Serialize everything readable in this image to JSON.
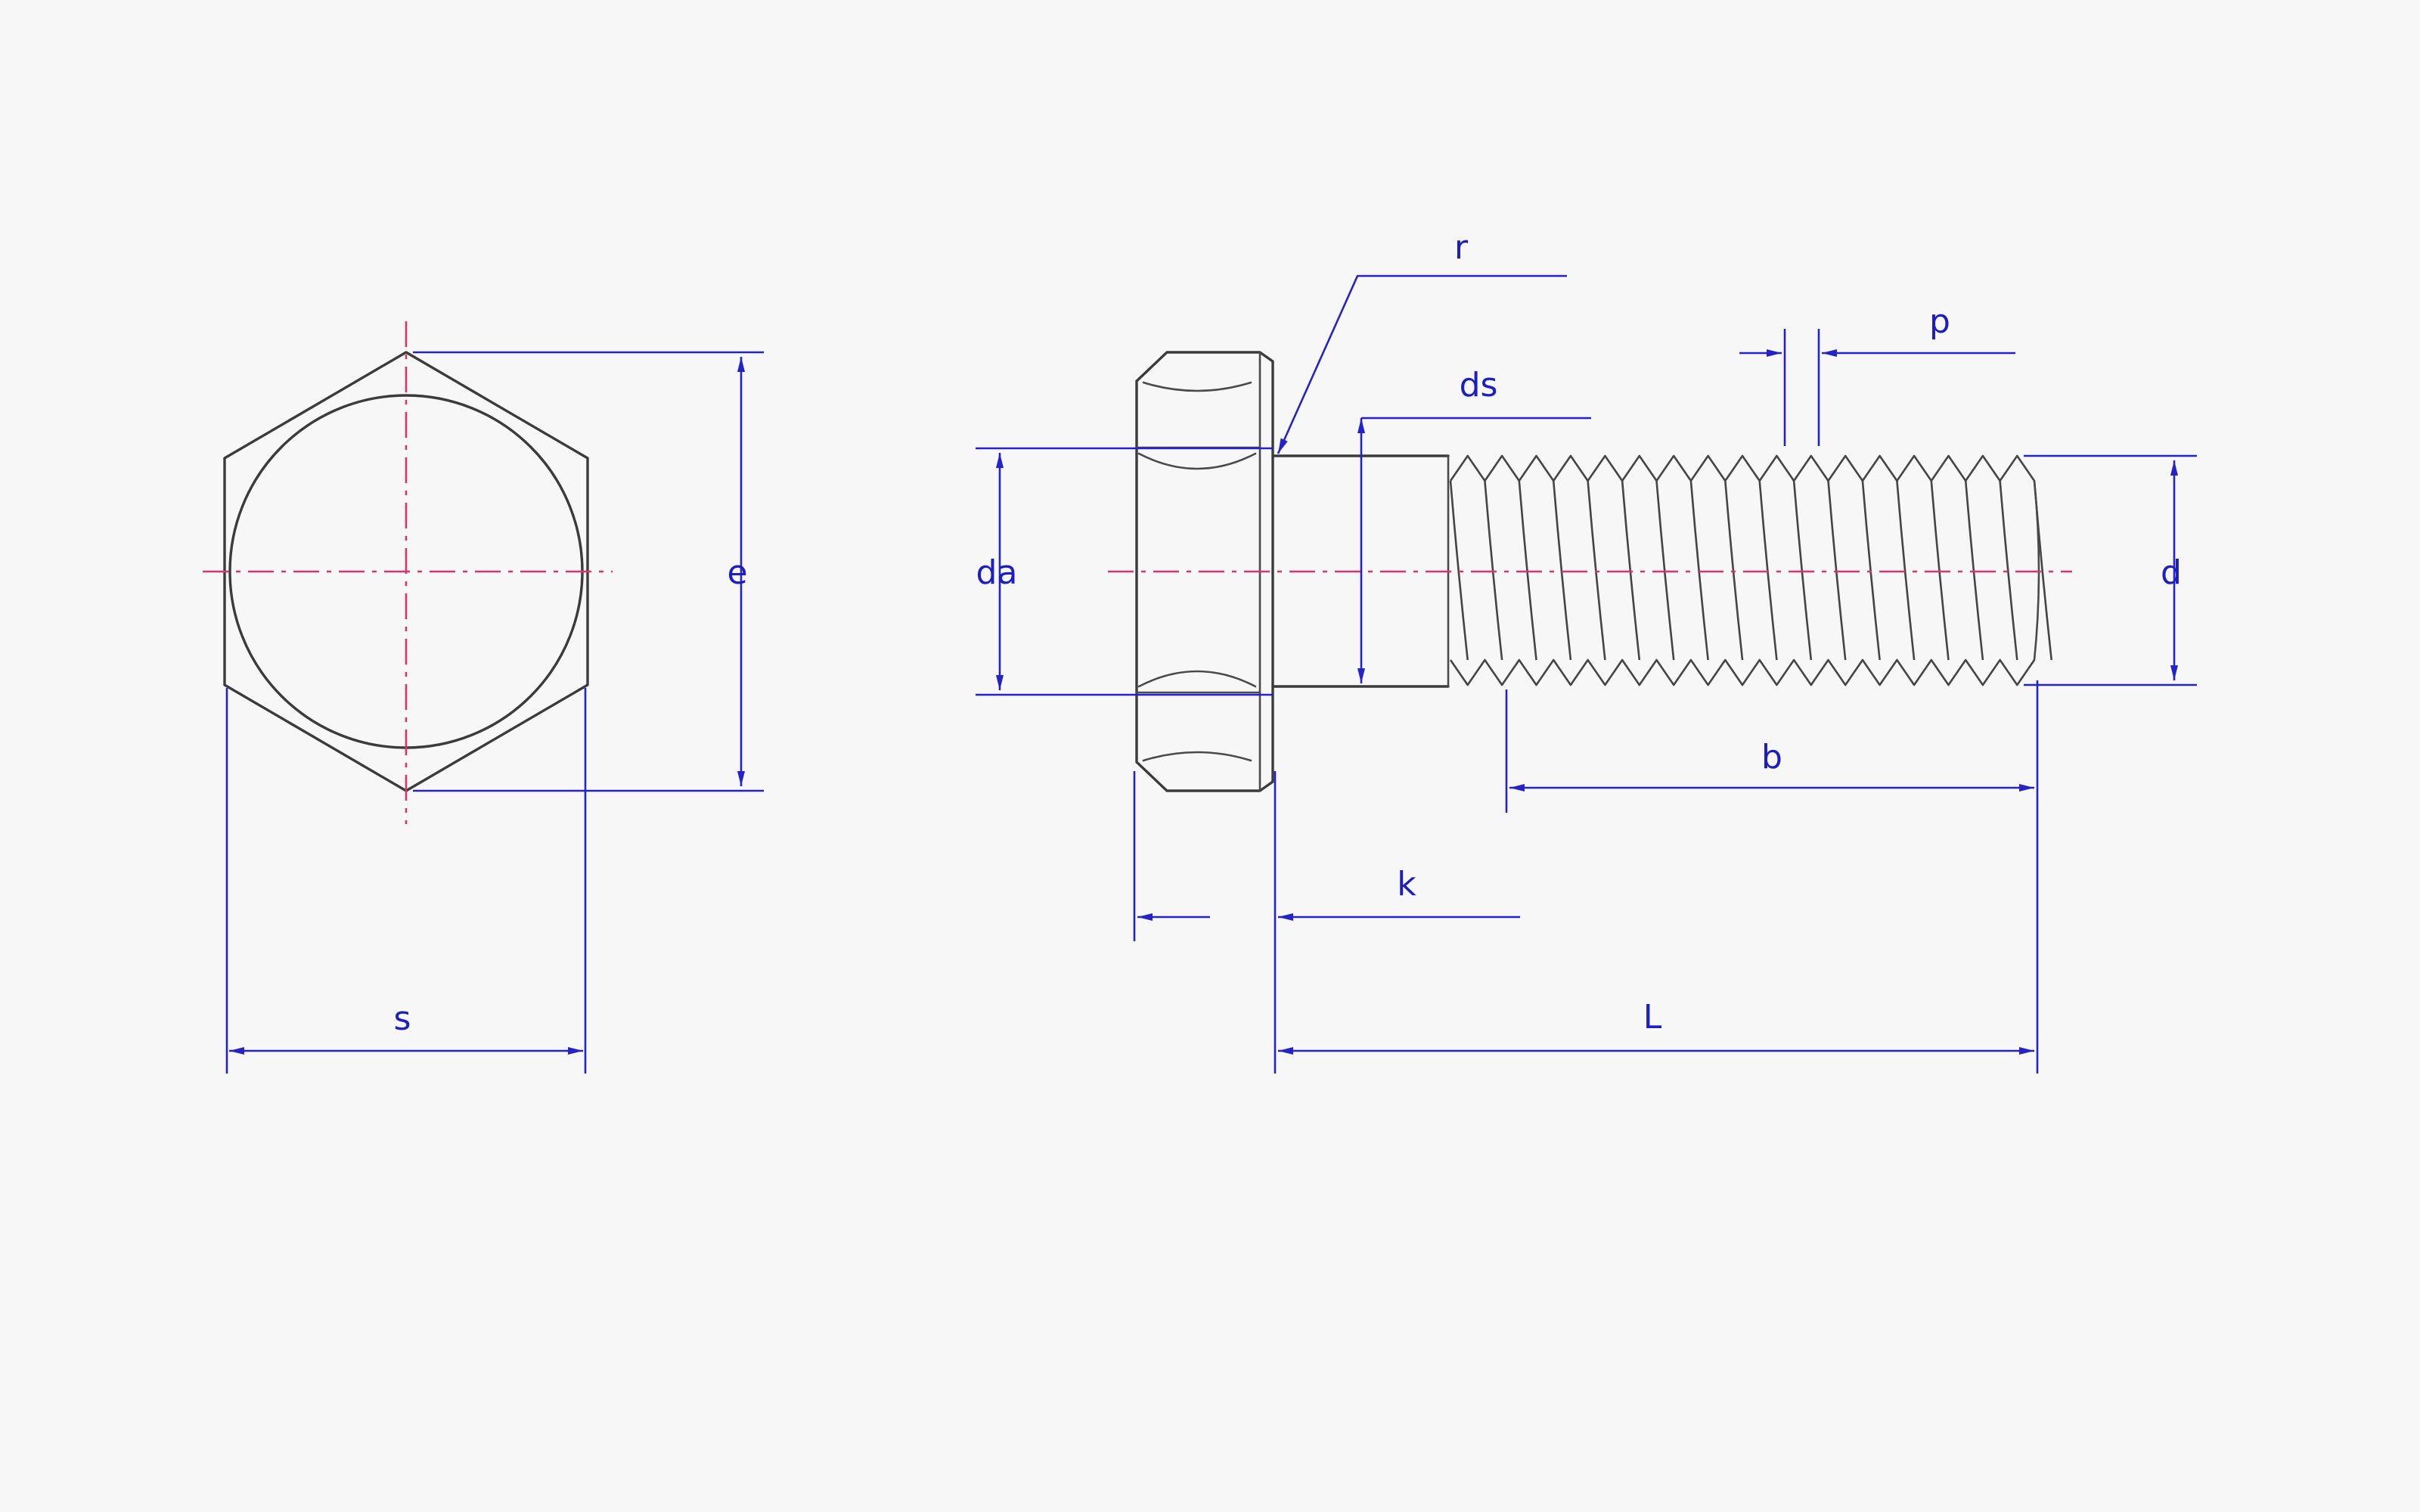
{
  "labels": {
    "e": "e",
    "s": "s",
    "r": "r",
    "ds": "ds",
    "da": "da",
    "p": "p",
    "d": "d",
    "b": "b",
    "k": "k",
    "L": "L"
  },
  "colors": {
    "outline": "#3b3b3b",
    "dimension": "#2323c8",
    "centerline": "#d8356a",
    "background": "#f7f7f8"
  },
  "thread_turns": 17
}
